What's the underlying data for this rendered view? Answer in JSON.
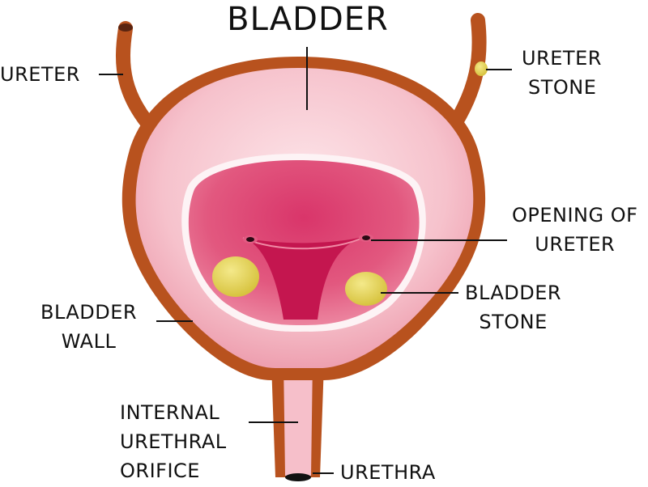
{
  "title": "BLADDER",
  "labels": {
    "ureter": "URETER",
    "ureter_stone": [
      "URETER",
      "STONE"
    ],
    "opening_of_ureter": [
      "OPENING OF",
      "URETER"
    ],
    "bladder_stone": [
      "BLADDER",
      "STONE"
    ],
    "bladder_wall": [
      "BLADDER",
      "WALL"
    ],
    "internal_urethral_orifice": [
      "INTERNAL",
      "URETHRAL",
      "ORIFICE"
    ],
    "urethra": "URETHRA"
  },
  "colors": {
    "wall": "#b8521e",
    "outer_lining": "#f4b9c3",
    "inner_cavity": "#cf2f62",
    "trigone": "#c4164f",
    "stone": "#e6d35a",
    "leader_line": "#111111"
  }
}
